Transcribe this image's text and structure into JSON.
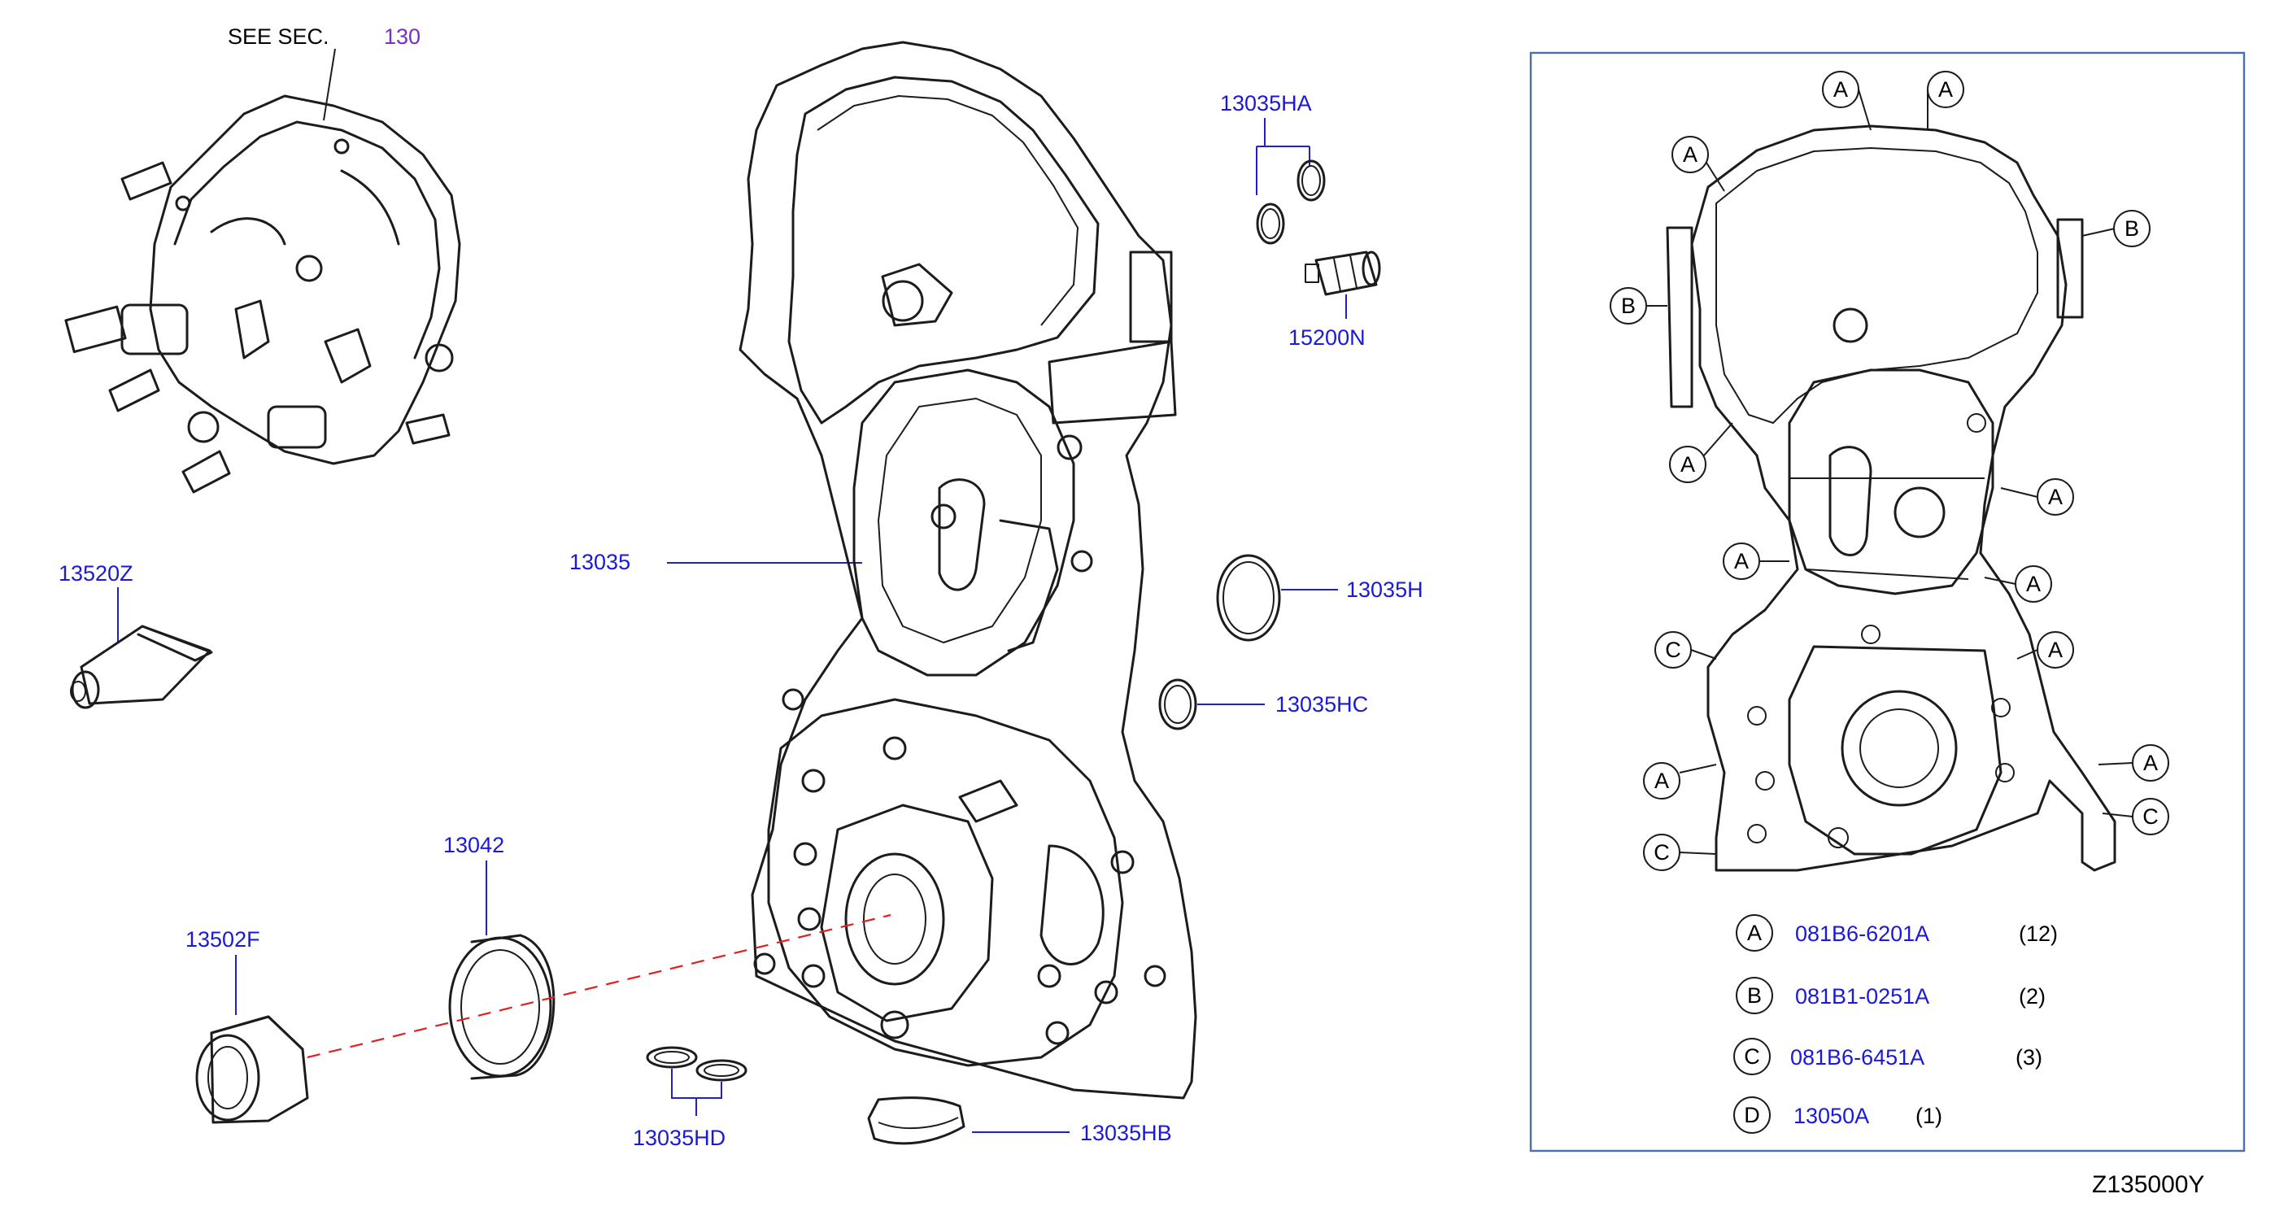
{
  "see_section": {
    "prefix": "SEE   SEC.",
    "number": "130"
  },
  "labels": {
    "p13520Z": "13520Z",
    "p13035": "13035",
    "p13035HA": "13035HA",
    "p15200N": "15200N",
    "p13035H": "13035H",
    "p13035HC": "13035HC",
    "p13042": "13042",
    "p13502F": "13502F",
    "p13035HD": "13035HD",
    "p13035HB": "13035HB"
  },
  "inset_markers": {
    "a": "A",
    "b": "B",
    "c": "C",
    "d": "D"
  },
  "legend": [
    {
      "marker": "A",
      "part": "081B6-6201A",
      "qty": "(12)"
    },
    {
      "marker": "B",
      "part": "081B1-0251A",
      "qty": "(2)"
    },
    {
      "marker": "C",
      "part": "081B6-6451A",
      "qty": "(3)"
    },
    {
      "marker": "D",
      "part": "13050A",
      "qty": "(1)"
    }
  ],
  "diagram_id": "Z135000Y",
  "colors": {
    "label": "#1a1ad6",
    "section_number": "#7a2fc0",
    "dashed_axis": "#e02020",
    "inset_frame": "#4a6fb0"
  }
}
